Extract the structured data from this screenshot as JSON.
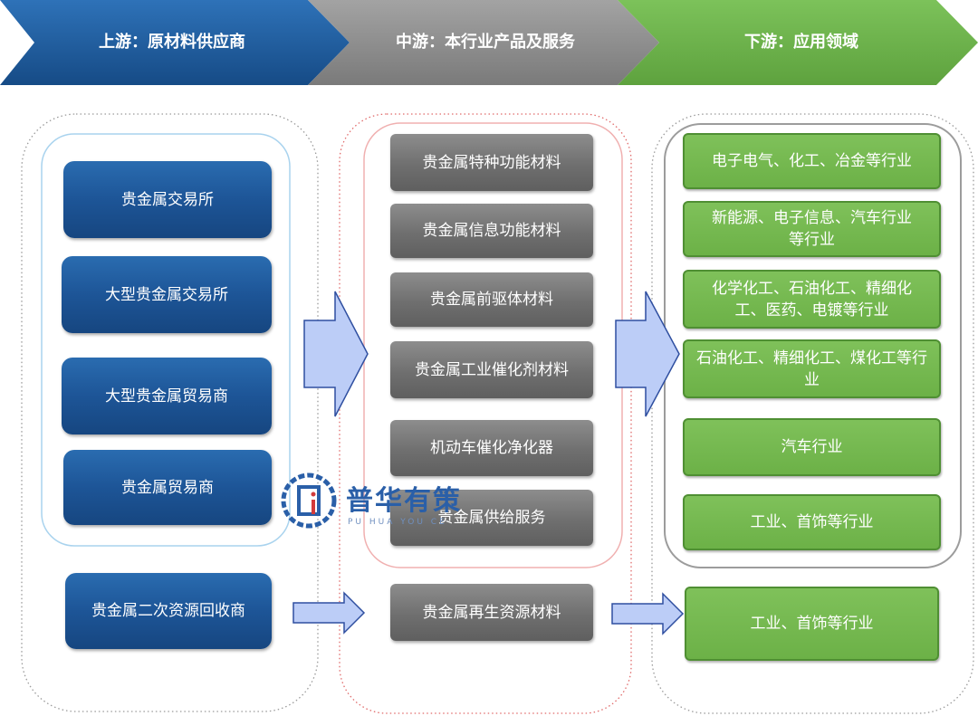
{
  "header": {
    "upstream": "上游：原材料供应商",
    "midstream": "中游：本行业产品及服务",
    "downstream": "下游：应用领域",
    "colors": {
      "upstream": "#1f5da3",
      "midstream": "#8a8a8a",
      "downstream": "#6ab04a"
    }
  },
  "upstream": {
    "items": [
      "贵金属交易所",
      "大型贵金属交易所",
      "大型贵金属贸易商",
      "贵金属贸易商"
    ],
    "recycler": "贵金属二次资源回收商"
  },
  "midstream": {
    "items": [
      "贵金属特种功能材料",
      "贵金属信息功能材料",
      "贵金属前驱体材料",
      "贵金属工业催化剂材料",
      "机动车催化净化器",
      "贵金属供给服务"
    ],
    "recycled": "贵金属再生资源材料"
  },
  "downstream": {
    "items": [
      "电子电气、化工、冶金等行业",
      "新能源、电子信息、汽车行业等行业",
      "化学化工、石油化工、精细化工、医药、电镀等行业",
      "石油化工、精细化工、煤化工等行业",
      "汽车行业",
      "工业、首饰等行业"
    ],
    "recycled": "工业、首饰等行业"
  },
  "watermark": {
    "name": "普华有策",
    "sub": "PU HUA YOU CE"
  }
}
